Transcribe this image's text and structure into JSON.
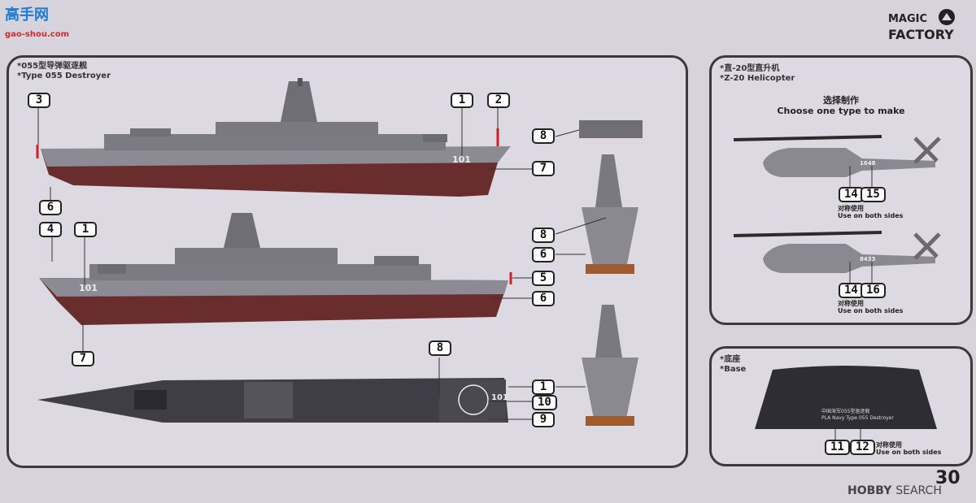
{
  "watermark": {
    "title": "高手网",
    "url": "gao-shou.com"
  },
  "brand": {
    "line1": "MAGIC",
    "line2": "FACTORY"
  },
  "destroyer": {
    "title_cn": "*055型导弹驱逐舰",
    "title_en": "*Type 055 Destroyer",
    "hull_number": "101"
  },
  "helicopter": {
    "title_cn": "*直-20型直升机",
    "title_en": "*Z-20 Helicopter",
    "choose_cn": "选择制作",
    "choose_en": "Choose one type to make",
    "heli1_number": "1648",
    "heli2_number": "8433",
    "both_sides_cn": "对称使用",
    "both_sides_en": "Use on both sides"
  },
  "base": {
    "title_cn": "*底座",
    "title_en": "*Base",
    "plate_line1": "中国海军055型驱逐舰",
    "plate_line2": "PLA Navy Type 055 Destroyer",
    "both_sides_cn": "对称使用",
    "both_sides_en": "Use on both sides"
  },
  "badges": {
    "b1": "1",
    "b2": "2",
    "b3": "3",
    "b4": "4",
    "b5": "5",
    "b6": "6",
    "b7": "7",
    "b8": "8",
    "b9": "9",
    "b10": "10",
    "b11": "11",
    "b12": "12",
    "b14": "14",
    "b15": "15",
    "b16": "16"
  },
  "page_number": "30",
  "footer": {
    "brand1": "HOBBY",
    "brand2": "SEARCH"
  }
}
